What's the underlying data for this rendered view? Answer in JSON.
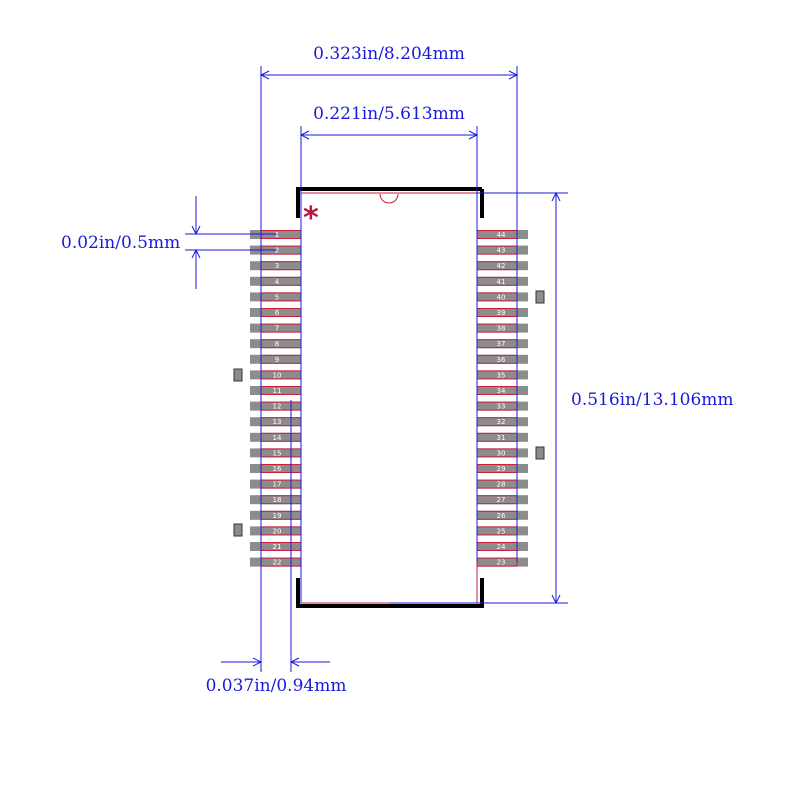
{
  "dimensions": {
    "overall_width": "0.323in/8.204mm",
    "body_width": "0.221in/5.613mm",
    "pin_pitch": "0.02in/0.5mm",
    "body_height": "0.516in/13.106mm",
    "pad_length": "0.037in/0.94mm"
  },
  "pin1_marker": "*",
  "left_pins": [
    "1",
    "2",
    "3",
    "4",
    "5",
    "6",
    "7",
    "8",
    "9",
    "10",
    "11",
    "12",
    "13",
    "14",
    "15",
    "16",
    "17",
    "18",
    "19",
    "20",
    "21",
    "22"
  ],
  "right_pins": [
    "44",
    "43",
    "42",
    "41",
    "40",
    "39",
    "38",
    "37",
    "36",
    "35",
    "34",
    "33",
    "32",
    "31",
    "30",
    "29",
    "28",
    "27",
    "26",
    "25",
    "24",
    "23"
  ],
  "colors": {
    "dimension": "#1a1adb",
    "pad": "#8c8c8c",
    "pad_outline": "#cc1f3a",
    "body_outline": "#000000",
    "pin1_marker": "#b5183e"
  }
}
